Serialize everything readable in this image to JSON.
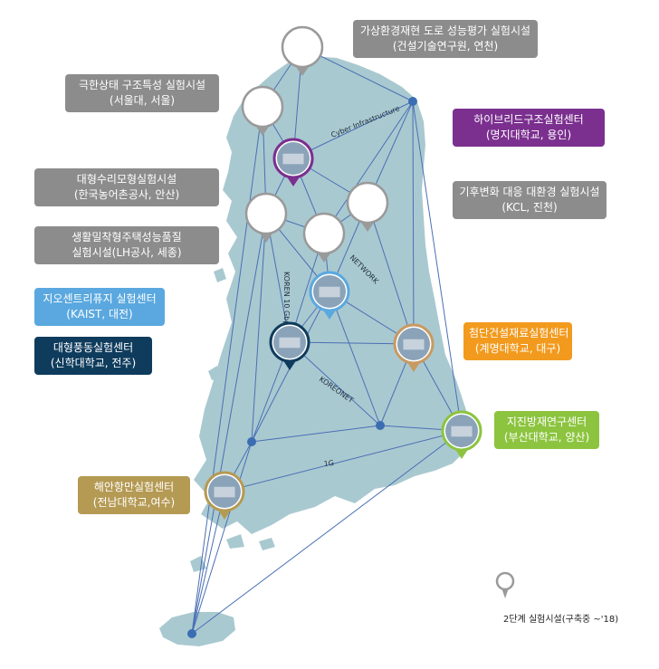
{
  "colors": {
    "land": "#a9c9d0",
    "line": "#4a6fb5",
    "node": "#3b6db3",
    "pin_future": "#9a9a9a",
    "pin_purple": "#7b2f8f",
    "pin_blue": "#5aa8df",
    "pin_navy": "#0f3c5d",
    "pin_orange": "#c79a62",
    "pin_green": "#8cc43f",
    "pin_gold": "#b59a54"
  },
  "network_labels": {
    "cyber": "Cyber Infrastructure",
    "koreonet_v": "KOREN 10 Gbps",
    "network": "NETWORK",
    "koreonet": "KOREONET",
    "one_g": "1G"
  },
  "facilities": [
    {
      "key": "virtual-road",
      "line1": "가상환경재현 도로 성능평가 실험시설",
      "line2": "(건설기술연구원, 연천)",
      "color": "gray"
    },
    {
      "key": "extreme",
      "line1": "극한상태 구조특성 실험시설",
      "line2": "(서울대, 서울)",
      "color": "gray"
    },
    {
      "key": "hybrid",
      "line1": "하이브리드구조실험센터",
      "line2": "(명지대학교, 용인)",
      "color": "purple"
    },
    {
      "key": "hydraulic",
      "line1": "대형수리모형실험시설",
      "line2": "(한국농어촌공사, 안산)",
      "color": "gray"
    },
    {
      "key": "climate",
      "line1": "기후변화 대응 대환경 실험시설",
      "line2": "(KCL, 진천)",
      "color": "gray"
    },
    {
      "key": "housing",
      "line1": "생활밀착형주택성능품질",
      "line2": "실험시설(LH공사, 세종)",
      "color": "gray"
    },
    {
      "key": "geo",
      "line1": "지오센트리퓨지 실험센터",
      "line2": "(KAIST, 대전)",
      "color": "blue"
    },
    {
      "key": "wind",
      "line1": "대형풍동실험센터",
      "line2": "(신학대학교, 전주)",
      "color": "navy"
    },
    {
      "key": "advanced",
      "line1": "첨단건설재료실험센터",
      "line2": "(계명대학교, 대구)",
      "color": "orange"
    },
    {
      "key": "seismic",
      "line1": "지진방재연구센터",
      "line2": "(부산대학교, 양산)",
      "color": "green"
    },
    {
      "key": "coastal",
      "line1": "해안항만실험센터",
      "line2": "(전남대학교,여수)",
      "color": "gold"
    }
  ],
  "legend": {
    "text": "2단계 실험시설(구축중 ~'18)"
  }
}
